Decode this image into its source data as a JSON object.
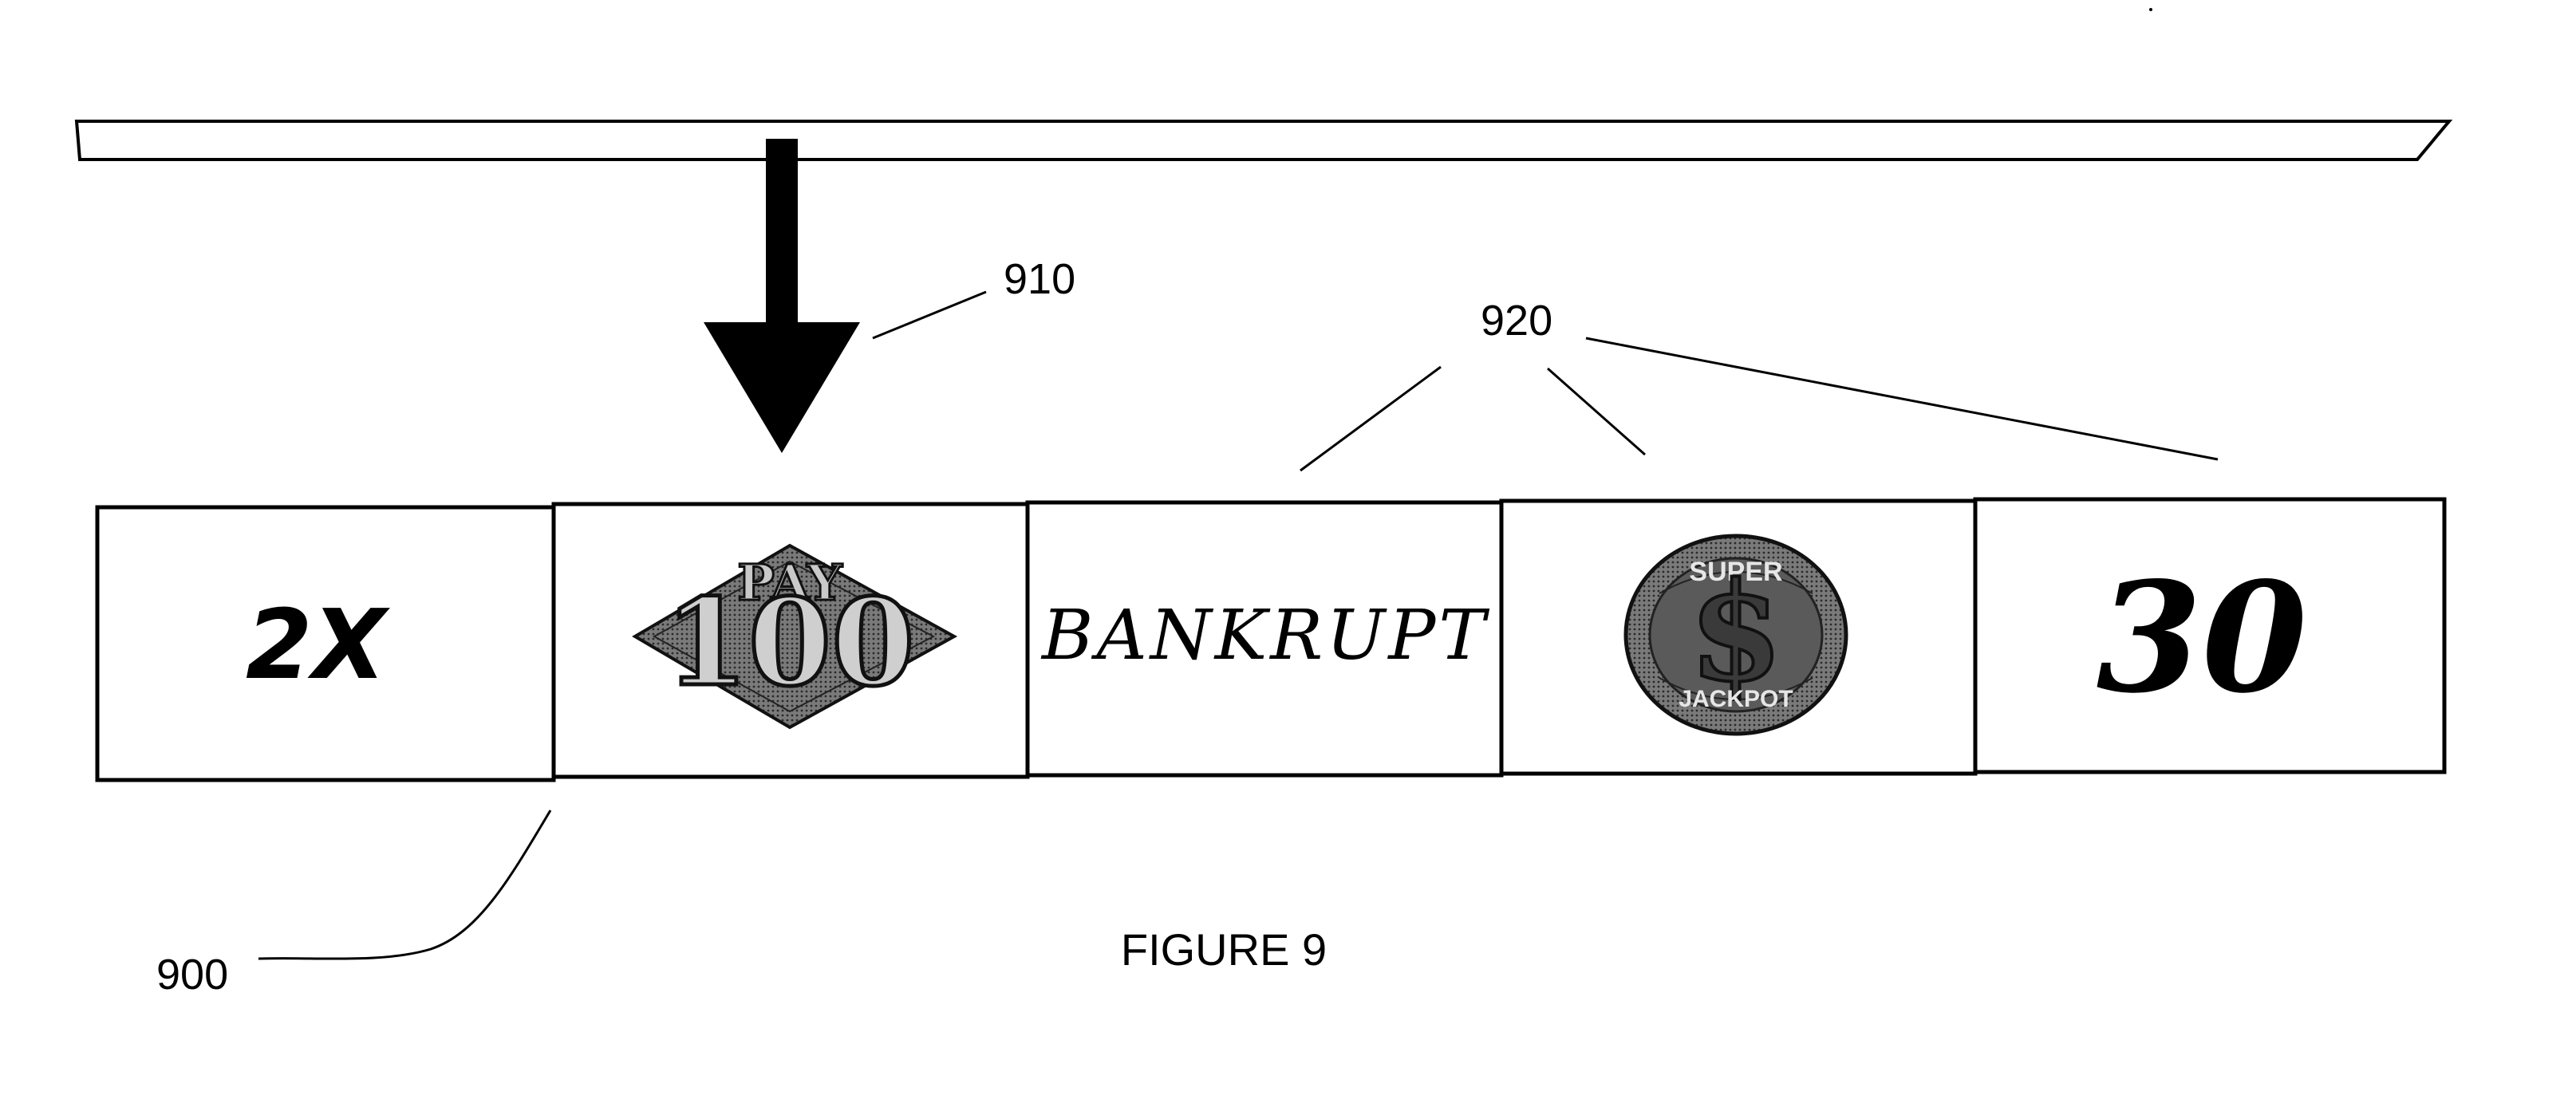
{
  "reel": {
    "symbols": [
      {
        "id": "symbol-2x",
        "text": "2X"
      },
      {
        "id": "symbol-pay-100",
        "top_text": "PAY",
        "main_text": "100"
      },
      {
        "id": "symbol-bankrupt",
        "text": "BANKRUPT"
      },
      {
        "id": "symbol-super-jackpot",
        "top_text": "SUPER",
        "main_text": "$",
        "bottom_text": "JACKPOT"
      },
      {
        "id": "symbol-30",
        "text": "30"
      }
    ]
  },
  "reference_numerals": {
    "reel": "900",
    "pointer": "910",
    "symbols": "920"
  },
  "caption": "FIGURE 9",
  "colors": {
    "ink": "#000000",
    "paper": "#ffffff",
    "symbol_gray": "#808080"
  }
}
